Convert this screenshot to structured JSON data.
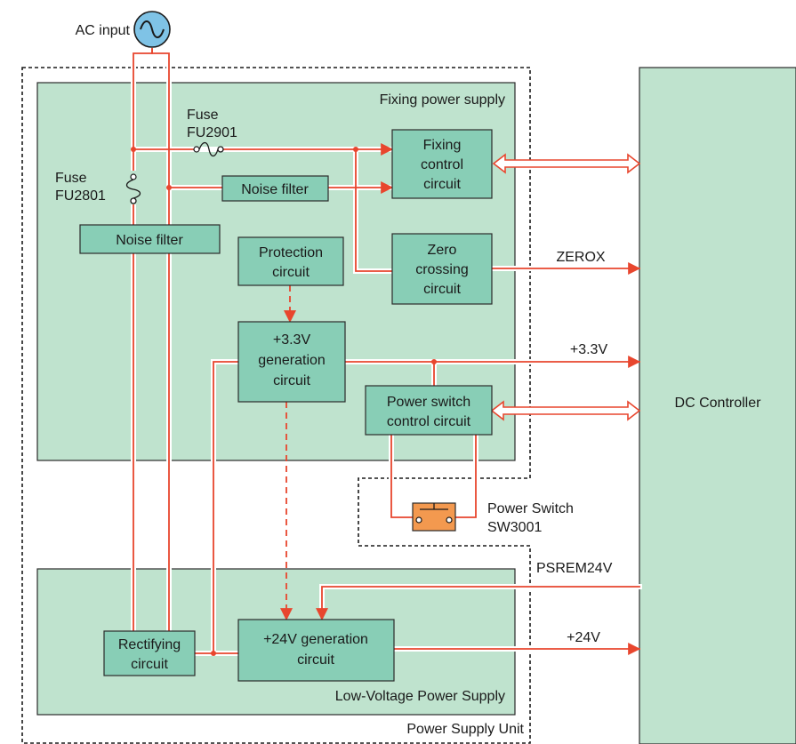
{
  "labels": {
    "ac_input": "AC input",
    "fixing_power_supply": "Fixing power supply",
    "fuse_fu2901_line1": "Fuse",
    "fuse_fu2901_line2": "FU2901",
    "fuse_fu2801_line1": "Fuse",
    "fuse_fu2801_line2": "FU2801",
    "fixing_control_line1": "Fixing",
    "fixing_control_line2": "control",
    "fixing_control_line3": "circuit",
    "noise_filter_upper": "Noise filter",
    "noise_filter_left": "Noise filter",
    "protection_line1": "Protection",
    "protection_line2": "circuit",
    "zero_crossing_line1": "Zero",
    "zero_crossing_line2": "crossing",
    "zero_crossing_line3": "circuit",
    "zerox": "ZEROX",
    "v33_gen_line1": "+3.3V",
    "v33_gen_line2": "generation",
    "v33_gen_line3": "circuit",
    "v33_signal": "+3.3V",
    "power_switch_ctrl_line1": "Power switch",
    "power_switch_ctrl_line2": "control circuit",
    "dc_controller": "DC Controller",
    "power_switch_line1": "Power Switch",
    "power_switch_line2": "SW3001",
    "psrem24v": "PSREM24V",
    "rectifying_line1": "Rectifying",
    "rectifying_line2": "circuit",
    "v24_gen_line1": "+24V generation",
    "v24_gen_line2": "circuit",
    "v24_signal": "+24V",
    "low_voltage_power_supply": "Low-Voltage Power Supply",
    "power_supply_unit": "Power Supply Unit"
  },
  "colors": {
    "block_fill": "#88ceb6",
    "region_fill": "#bfe3ce",
    "wire_red": "#e8462e",
    "ac_circle_fill": "#7fc3e6",
    "switch_fill": "#f3994f"
  }
}
